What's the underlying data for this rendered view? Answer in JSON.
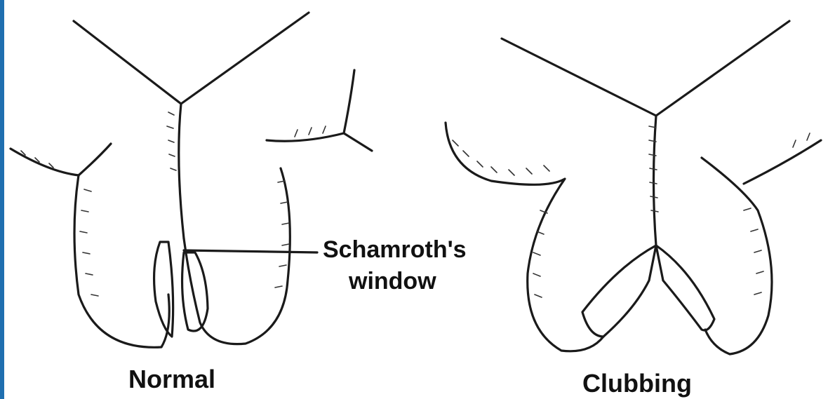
{
  "colors": {
    "left_edge": "#1f6fb0",
    "ink": "#1a1a1a",
    "background": "#ffffff"
  },
  "labels": {
    "callout_line1": "Schamroth's",
    "callout_line2": "window",
    "normal": "Normal",
    "clubbing": "Clubbing"
  }
}
